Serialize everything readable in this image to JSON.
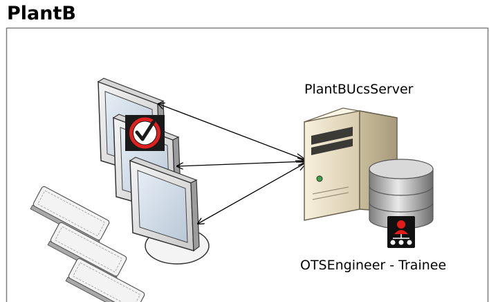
{
  "title": "PlantB",
  "server": {
    "name": "PlantBUcsServer"
  },
  "user": {
    "label": "OTSEngineer - Trainee"
  },
  "icons": {
    "workstations": "workstation-cluster-icon",
    "checkmark": "checkmark-badge-icon",
    "server": "server-tower-icon",
    "database": "database-icon",
    "user_role": "user-role-icon"
  },
  "colors": {
    "frame": "#7f7f7f",
    "checkmark_bg": "#1a1a1a",
    "checkmark_ring": "#e01f1f",
    "user_icon_accent": "#e21b1b"
  }
}
